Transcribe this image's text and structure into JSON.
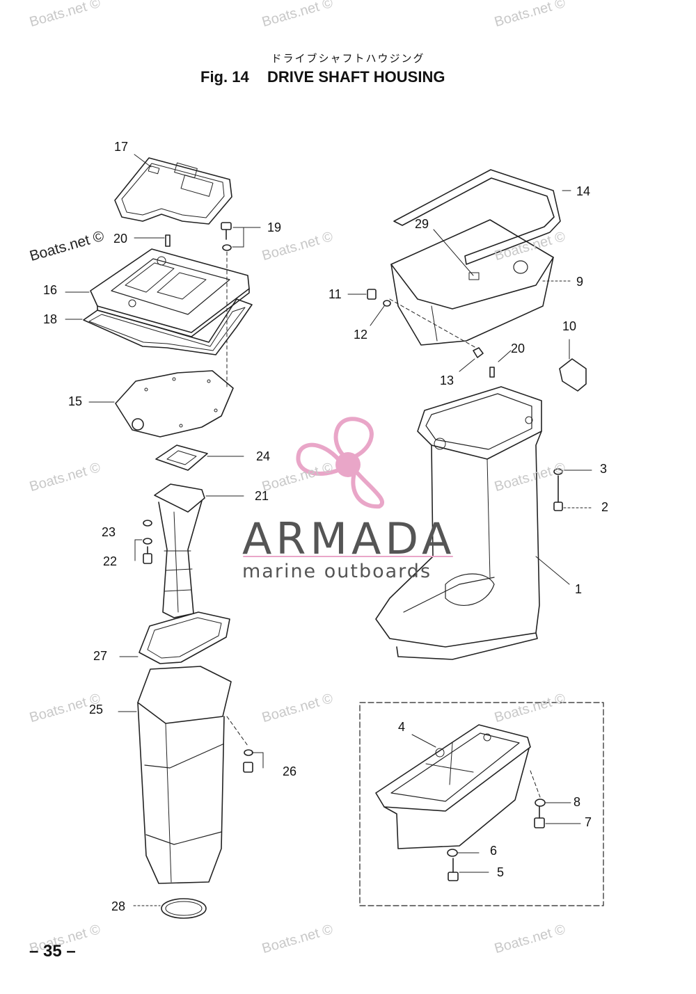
{
  "header": {
    "japanese_title": "ドライブシャフトハウジング",
    "fig_label": "Fig. 14",
    "fig_name": "DRIVE SHAFT HOUSING"
  },
  "brand": {
    "name": "ARMADA",
    "tagline": "marine outboards",
    "accent_color": "#e9a6c8",
    "text_color": "#555555"
  },
  "watermark": {
    "text": "Boats.net ©"
  },
  "callouts": {
    "c1": "1",
    "c2": "2",
    "c3": "3",
    "c4": "4",
    "c5": "5",
    "c6": "6",
    "c7": "7",
    "c8": "8",
    "c9": "9",
    "c10": "10",
    "c11": "11",
    "c12": "12",
    "c13": "13",
    "c14": "14",
    "c15": "15",
    "c16": "16",
    "c17": "17",
    "c18": "18",
    "c19": "19",
    "c20a": "20",
    "c20b": "20",
    "c21": "21",
    "c22": "22",
    "c23": "23",
    "c24": "24",
    "c25": "25",
    "c26": "26",
    "c27": "27",
    "c28": "28",
    "c29": "29"
  },
  "footer": {
    "page_number": "– 35 –"
  }
}
